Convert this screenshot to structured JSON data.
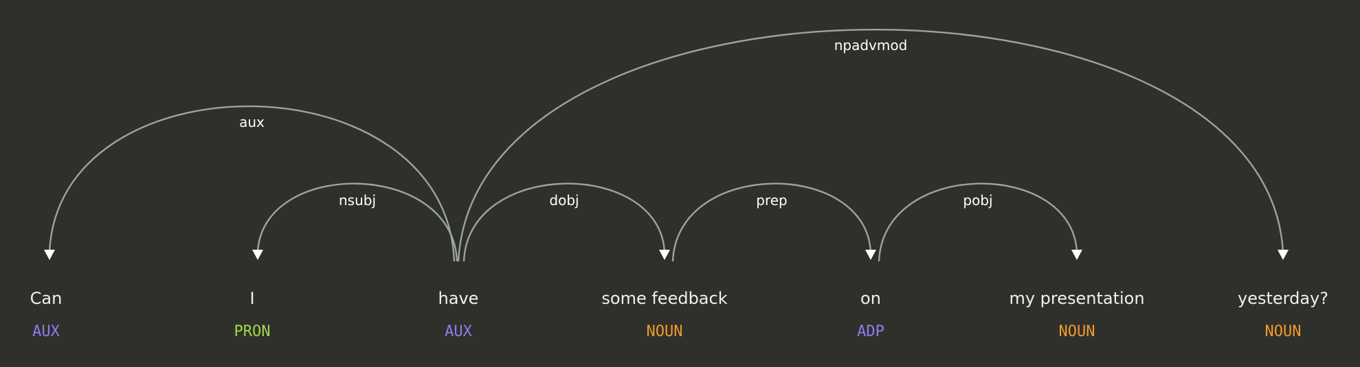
{
  "tokens": [
    {
      "text": "Can",
      "tag": "AUX"
    },
    {
      "text": "I",
      "tag": "PRON"
    },
    {
      "text": "have",
      "tag": "AUX"
    },
    {
      "text": "some feedback",
      "tag": "NOUN"
    },
    {
      "text": "on",
      "tag": "ADP"
    },
    {
      "text": "my presentation",
      "tag": "NOUN"
    },
    {
      "text": "yesterday?",
      "tag": "NOUN"
    }
  ],
  "arcs": [
    {
      "label": "aux",
      "from": 2,
      "to": 0
    },
    {
      "label": "nsubj",
      "from": 2,
      "to": 1
    },
    {
      "label": "dobj",
      "from": 2,
      "to": 3
    },
    {
      "label": "prep",
      "from": 3,
      "to": 4
    },
    {
      "label": "pobj",
      "from": 4,
      "to": 5
    },
    {
      "label": "npadvmod",
      "from": 2,
      "to": 6
    }
  ],
  "colors": {
    "background": "#2f302b",
    "arc": "#9aa5a0",
    "arrowhead": "#ffffff",
    "word": "#f0f0ee",
    "tags": {
      "AUX": "#8f7cf0",
      "PRON": "#a6d64a",
      "NOUN": "#f39a2c",
      "ADP": "#8f7cf0"
    }
  }
}
